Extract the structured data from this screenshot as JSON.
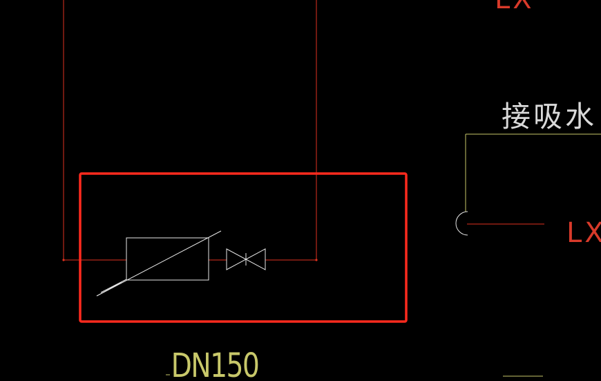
{
  "drawing": {
    "label_pump_intake": "接吸水",
    "label_lx_right": "LX",
    "label_lx_top": "LX",
    "label_dn": "DN150"
  },
  "colors": {
    "background": "#000000",
    "pipe_red": "#e0321f",
    "equipment_white": "#e8e8e8",
    "highlight_box": "#ff2a1e",
    "annotation_yellow": "#c8c86a",
    "text_light": "#d9d9d9",
    "text_red": "#d83a2a"
  },
  "icons": {
    "valve": "gate-valve-icon",
    "strainer": "filter-strainer-icon"
  }
}
